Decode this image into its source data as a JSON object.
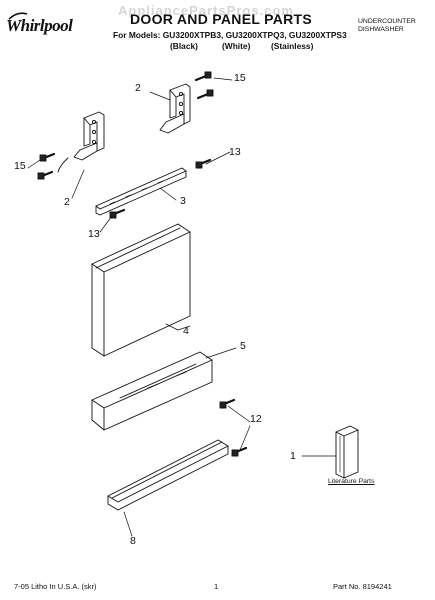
{
  "header": {
    "brand": "Whirlpool",
    "watermark": "AppliancePartsPros.com",
    "title": "DOOR AND PANEL PARTS",
    "models_line": "For Models: GU3200XTPB3, GU3200XTPQ3, GU3200XTPS3",
    "colors": [
      "(Black)",
      "(White)",
      "(Stainless)"
    ],
    "product_type": [
      "UNDERCOUNTER",
      "DISHWASHER"
    ]
  },
  "callouts": {
    "c2_top": "2",
    "c15_top": "15",
    "c13_top": "13",
    "c15_left": "15",
    "c2_left": "2",
    "c3": "3",
    "c13_left": "13",
    "c4": "4",
    "c5": "5",
    "c12": "12",
    "c1": "1",
    "c8": "8"
  },
  "literature_label": "Literature Parts",
  "footer": {
    "left": "7-05 Litho In U.S.A. (skr)",
    "center": "1",
    "right": "Part No. 8194241"
  }
}
